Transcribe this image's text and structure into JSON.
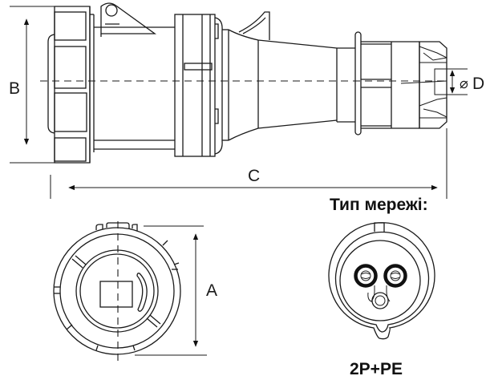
{
  "diagram": {
    "title": "Plug dimensional drawing",
    "labels": {
      "dim_a": "A",
      "dim_b": "B",
      "dim_c": "C",
      "dim_d_symbol": "⌀",
      "dim_d": "D",
      "network_type_heading": "Тип мережі:",
      "network_type_value": "2P+PE"
    },
    "views": [
      "side-view",
      "front-view",
      "pin-configuration"
    ],
    "colors": {
      "line": "#1a1a1a",
      "background": "#ffffff"
    }
  }
}
